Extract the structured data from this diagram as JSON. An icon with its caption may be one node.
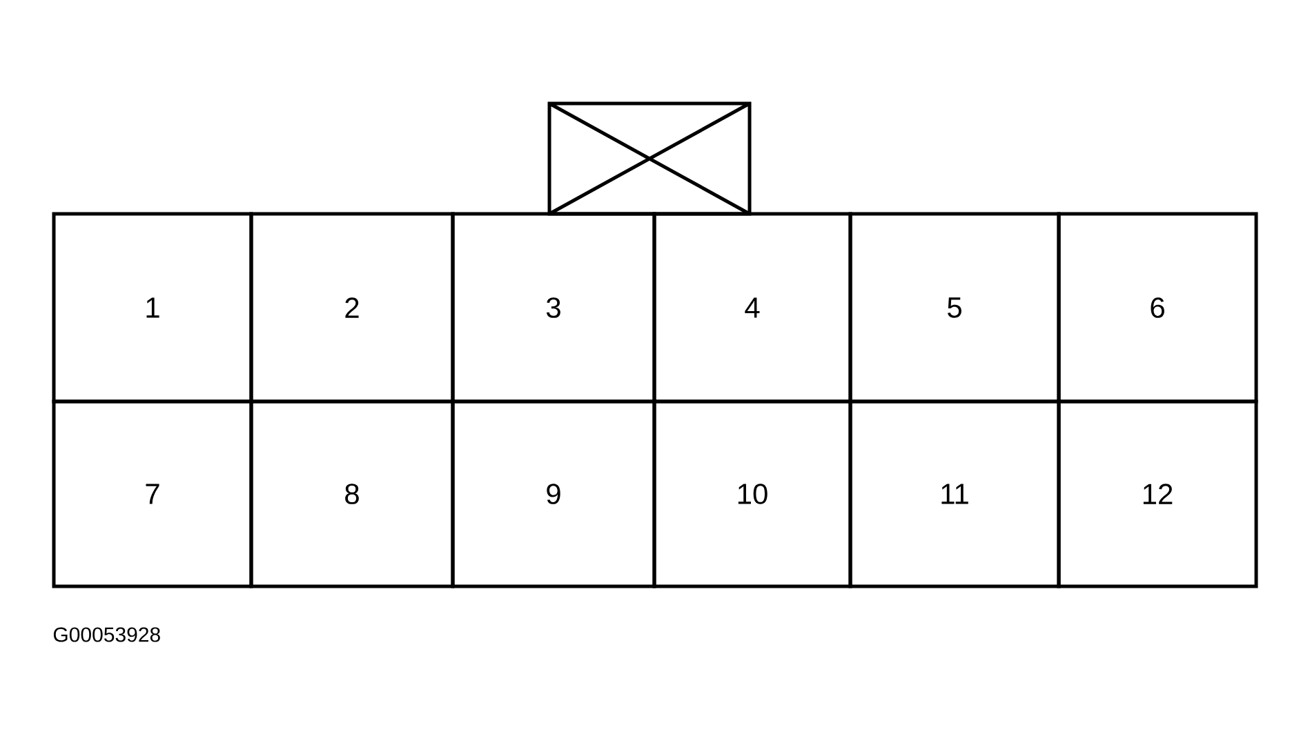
{
  "diagram": {
    "nodes": [
      {
        "text": [
          "1"
        ]
      },
      {
        "text": [
          "2"
        ]
      },
      {
        "text": [
          "3"
        ]
      },
      {
        "text": [
          "4"
        ]
      },
      {
        "text": [
          "5"
        ]
      },
      {
        "text": [
          "6"
        ]
      },
      {
        "text": [
          "7"
        ]
      },
      {
        "text": [
          "8"
        ]
      },
      {
        "text": [
          "9"
        ]
      },
      {
        "text": [
          "10"
        ]
      },
      {
        "text": [
          "11"
        ]
      },
      {
        "text": [
          "12"
        ]
      }
    ],
    "labels": [
      "G00053928"
    ]
  }
}
